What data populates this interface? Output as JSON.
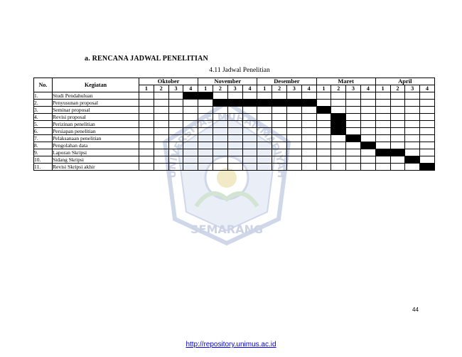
{
  "heading": "a.   RENCANA JADWAL PENELITIAN",
  "caption": "4.11 Jadwal Penelitian",
  "watermark": {
    "text": "SEMARANG",
    "arc_text": "UNIVERSITAS MUHAMMADIYAH"
  },
  "table": {
    "col_no": "No.",
    "col_activity": "Kegiatan",
    "months": [
      "Oktober",
      "November",
      "Desember",
      "Maret",
      "April"
    ],
    "weeks": [
      "1",
      "2",
      "3",
      "4"
    ],
    "rows": [
      {
        "no": "1.",
        "activity": "Studi Pendahuluan",
        "filled": [
          3,
          4
        ]
      },
      {
        "no": "2.",
        "activity": "Penyusunan proposal",
        "filled": [
          5,
          6,
          7,
          8,
          9,
          10,
          11
        ]
      },
      {
        "no": "3.",
        "activity": "Seminar proposal",
        "filled": [
          12
        ]
      },
      {
        "no": "4.",
        "activity": "Revisi proposal",
        "filled": [
          13
        ]
      },
      {
        "no": "5.",
        "activity": "Perizinan penelitian",
        "filled": [
          13
        ]
      },
      {
        "no": "6.",
        "activity": "Persiapan penelitian",
        "filled": [
          13
        ]
      },
      {
        "no": "7.",
        "activity": "Pelaksanaan penelitian",
        "filled": [
          14
        ]
      },
      {
        "no": "8.",
        "activity": "Pengolahan data",
        "filled": [
          15
        ]
      },
      {
        "no": "9.",
        "activity": "Laporan Skripsi",
        "filled": [
          16,
          17
        ]
      },
      {
        "no": "10.",
        "activity": "Sidang Skripsi",
        "filled": [
          18
        ]
      },
      {
        "no": "11.",
        "activity": "Revisi Skripsi akhir",
        "filled": [
          19
        ]
      }
    ]
  },
  "page_number": "44",
  "footer_link": "http://repository.unimus.ac.id"
}
